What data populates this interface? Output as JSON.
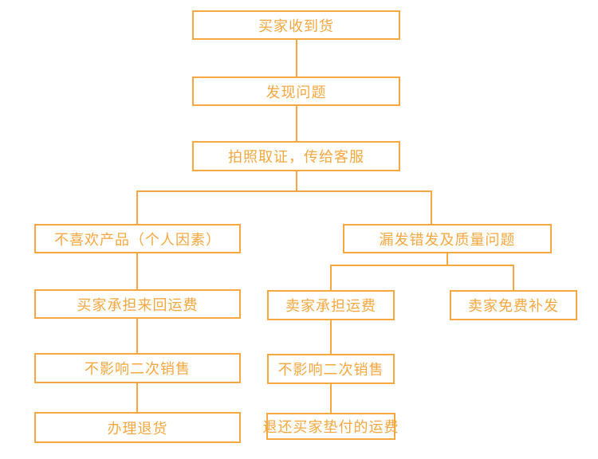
{
  "diagram": {
    "type": "flowchart",
    "title": "",
    "accent_color": "#F6A73F",
    "background_color": "#FFFFFF",
    "nodes": [
      {
        "id": "buyer-received-goods",
        "label": "买家收到货"
      },
      {
        "id": "problem-found",
        "label": "发现问题"
      },
      {
        "id": "photo-evidence-to-support",
        "label": "拍照取证，传给客服"
      },
      {
        "id": "dislike-product-personal",
        "label": "不喜欢产品（个人因素）"
      },
      {
        "id": "wrong-missing-or-quality-issue",
        "label": "漏发错发及质量问题"
      },
      {
        "id": "buyer-bears-round-trip-shipping",
        "label": "买家承担来回运费"
      },
      {
        "id": "seller-bears-shipping",
        "label": "卖家承担运费"
      },
      {
        "id": "seller-free-reshipment",
        "label": "卖家免费补发"
      },
      {
        "id": "no-impact-resale-left",
        "label": "不影响二次销售"
      },
      {
        "id": "no-impact-resale-middle",
        "label": "不影响二次销售"
      },
      {
        "id": "process-return",
        "label": "办理退货"
      },
      {
        "id": "refund-buyer-advanced-shipping",
        "label": "退还买家垫付的运费"
      }
    ],
    "edges": [
      {
        "from": "buyer-received-goods",
        "to": "problem-found"
      },
      {
        "from": "problem-found",
        "to": "photo-evidence-to-support"
      },
      {
        "from": "photo-evidence-to-support",
        "to": "dislike-product-personal"
      },
      {
        "from": "photo-evidence-to-support",
        "to": "wrong-missing-or-quality-issue"
      },
      {
        "from": "dislike-product-personal",
        "to": "buyer-bears-round-trip-shipping"
      },
      {
        "from": "buyer-bears-round-trip-shipping",
        "to": "no-impact-resale-left"
      },
      {
        "from": "no-impact-resale-left",
        "to": "process-return"
      },
      {
        "from": "wrong-missing-or-quality-issue",
        "to": "seller-bears-shipping"
      },
      {
        "from": "wrong-missing-or-quality-issue",
        "to": "seller-free-reshipment"
      },
      {
        "from": "seller-bears-shipping",
        "to": "no-impact-resale-middle"
      },
      {
        "from": "no-impact-resale-middle",
        "to": "refund-buyer-advanced-shipping"
      }
    ]
  }
}
